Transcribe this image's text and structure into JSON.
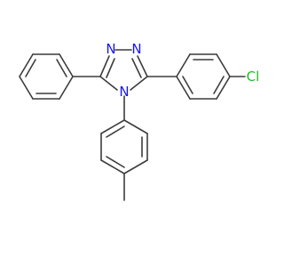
{
  "colors": {
    "bond": "#3c3c3c",
    "nitrogen": "#1515f2",
    "chlorine": "#1fbd20",
    "background": "#ffffff"
  },
  "atoms": {
    "n1": "N",
    "n2": "N",
    "n4": "N",
    "cl": "Cl"
  }
}
